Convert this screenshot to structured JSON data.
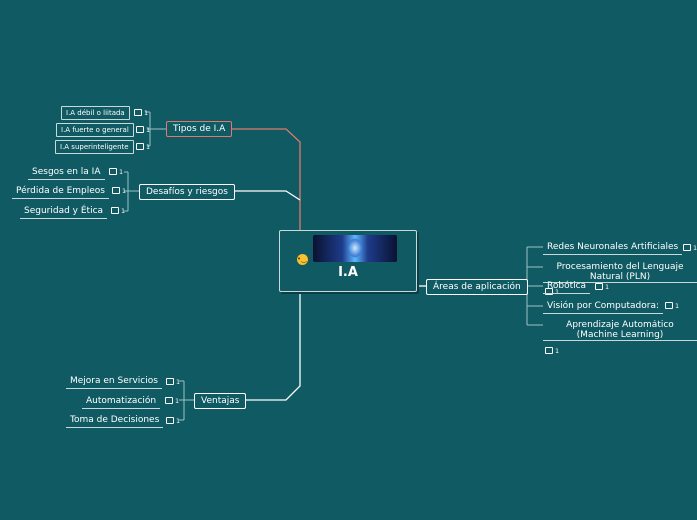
{
  "center": {
    "title": "I.A",
    "image_icon": "ai-brain-image",
    "emoji_icon": "smiley-emoji"
  },
  "branches": {
    "tipos": {
      "label": "Tipos de I.A",
      "items": [
        {
          "label": "I.A débil o liitada",
          "comments": "1"
        },
        {
          "label": "I.A fuerte o general",
          "comments": "1"
        },
        {
          "label": "I.A superinteligente",
          "comments": "1"
        }
      ]
    },
    "desafios": {
      "label": "Desafíos y riesgos",
      "items": [
        {
          "label": "Sesgos en la IA",
          "comments": "1"
        },
        {
          "label": "Pérdida de Empleos",
          "comments": "1"
        },
        {
          "label": "Seguridad y Ética",
          "comments": "1"
        }
      ]
    },
    "ventajas": {
      "label": "Ventajas",
      "items": [
        {
          "label": "Mejora en Servicios",
          "comments": "1"
        },
        {
          "label": "Automatización",
          "comments": "1"
        },
        {
          "label": "Toma de Decisiones",
          "comments": "1"
        }
      ]
    },
    "areas": {
      "label": "Áreas de aplicación",
      "items": [
        {
          "label": "Redes Neuronales Artificiales",
          "comments": "1"
        },
        {
          "label": "Procesamiento del Lenguaje Natural (PLN)",
          "comments": "1"
        },
        {
          "label": "Robótica",
          "comments": "1"
        },
        {
          "label": "Visión por Computadora:",
          "comments": "1"
        },
        {
          "label": "Aprendizaje Automático (Machine Learning)",
          "comments": "1"
        }
      ]
    }
  },
  "colors": {
    "background": "#0f5a63",
    "line": "#ffffff",
    "accent_line": "#e07a6c"
  }
}
